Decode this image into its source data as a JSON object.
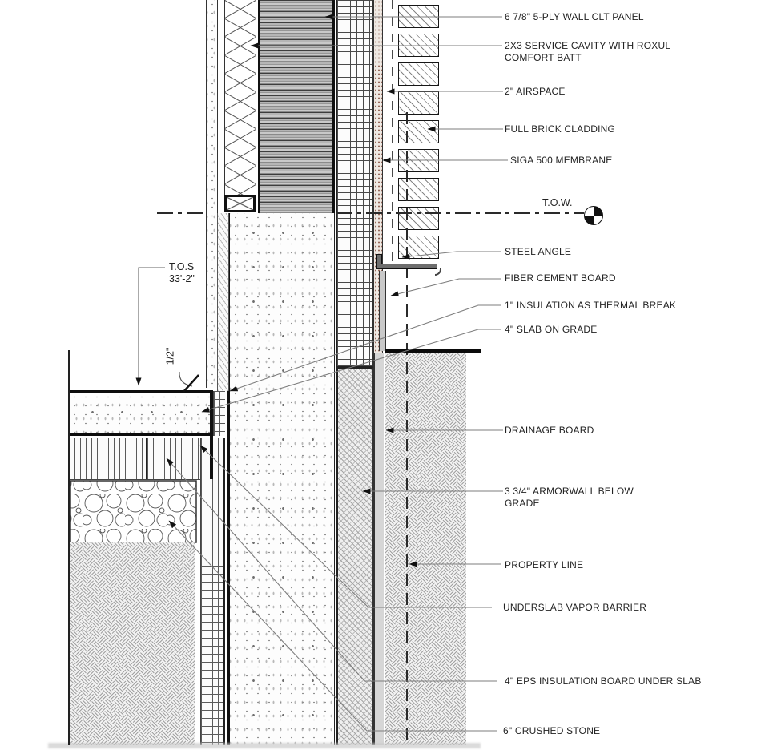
{
  "drawing_type": "architectural wall section detail at foundation",
  "labels": {
    "clt_panel": "6 7/8\" 5-PLY WALL CLT PANEL",
    "service_cavity": "2X3 SERVICE CAVITY WITH ROXUL COMFORT BATT",
    "airspace": "2\" AIRSPACE",
    "brick": "FULL BRICK CLADDING",
    "siga": "SIGA 500 MEMBRANE",
    "steel_angle": "STEEL ANGLE",
    "fiber_cement": "FIBER CEMENT BOARD",
    "thermal_break": "1\" INSULATION AS THERMAL BREAK",
    "slab": "4\" SLAB ON GRADE",
    "drainage": "DRAINAGE BOARD",
    "armorwall": "3 3/4\" ARMORWALL BELOW GRADE",
    "property_line": "PROPERTY LINE",
    "vapor_barrier": "UNDERSLAB VAPOR BARRIER",
    "eps": "4\" EPS INSULATION BOARD UNDER SLAB",
    "stone": "6\" CRUSHED STONE"
  },
  "datums": {
    "tow": "T.O.W.",
    "tos": "T.O.S",
    "tos_elevation": "33'-2\"",
    "joint_gap": "1/2\""
  },
  "icons": {
    "tow_marker": "elevation-target-icon"
  },
  "colors": {
    "line_dark": "#1a1a1a",
    "leader_gray": "#7d7d7d",
    "clt_gray": "#a9a9a9",
    "membrane_speckle": "#96685a",
    "steel_gray": "#6e6e6e",
    "board_gray": "#c9c9c9"
  }
}
